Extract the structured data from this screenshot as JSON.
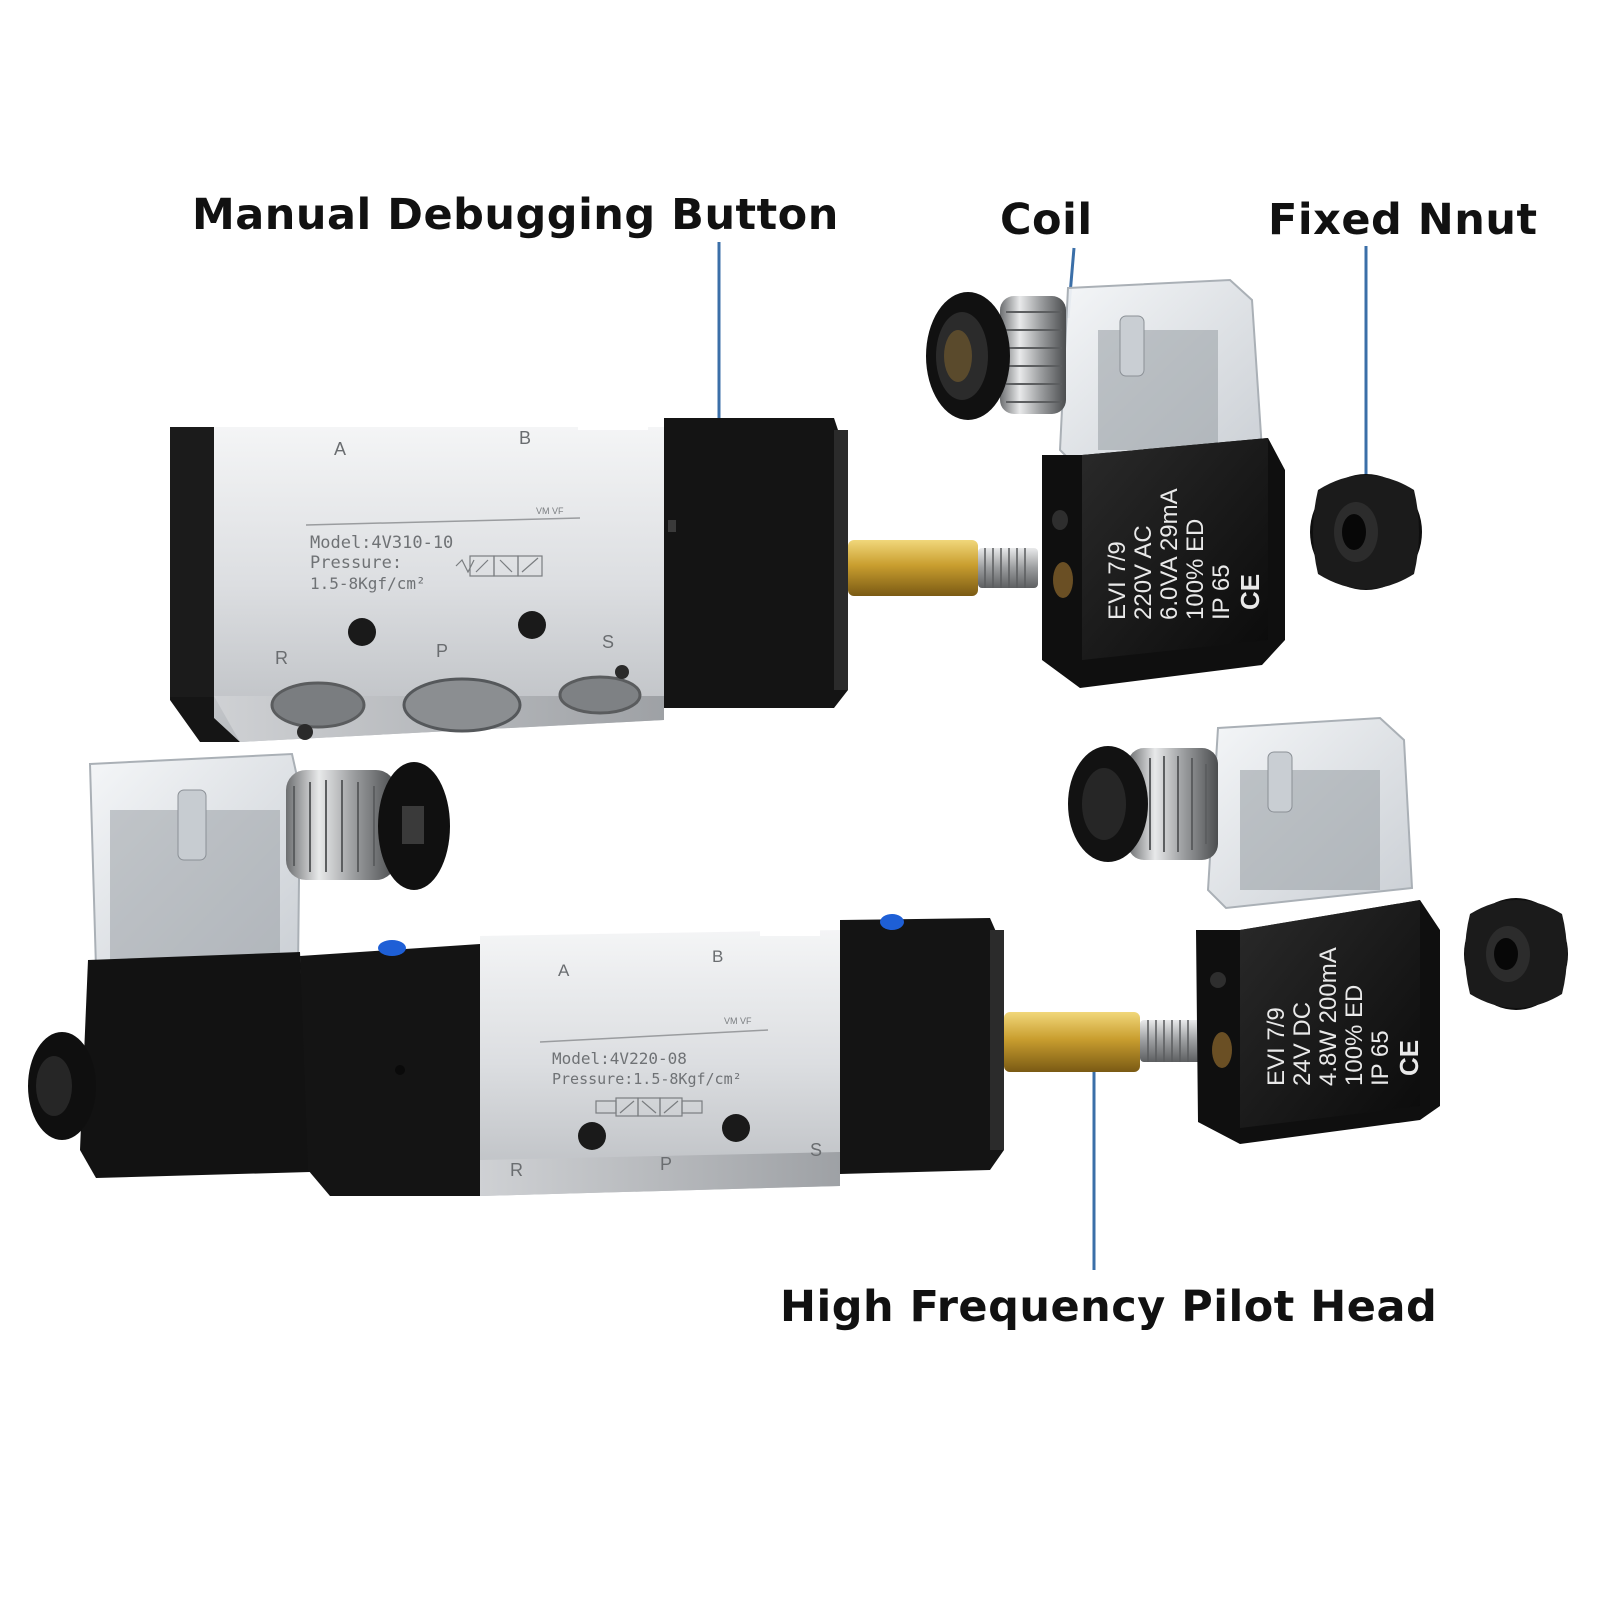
{
  "callouts": {
    "manual_button": "Manual Debugging Button",
    "coil": "Coil",
    "fixed_nut": "Fixed Nnut",
    "pilot_head": "High Frequency Pilot Head"
  },
  "valve_top": {
    "port_a": "A",
    "port_b": "B",
    "brand": "VM VF",
    "model": "Model:4V310-10",
    "pressure": "Pressure:",
    "pressure_range": "1.5-8Kgf/cm²",
    "port_r": "R",
    "port_p": "P",
    "port_s": "S"
  },
  "coil_top": {
    "line1": "EVI   7/9",
    "line2": "220V   AC",
    "line3": "6.0VA  29mA",
    "line4": "100%    ED",
    "line5": "IP 65",
    "ce": "CE"
  },
  "valve_bottom": {
    "port_a": "A",
    "port_b": "B",
    "brand": "VM VF",
    "model": "Model:4V220-08",
    "pressure": "Pressure:1.5-8Kgf/cm²",
    "port_r": "R",
    "port_p": "P",
    "port_s": "S"
  },
  "coil_bottom": {
    "line1": "EVI   7/9",
    "line2": "24V    DC",
    "line3": "4.8W 200mA",
    "line4": "100%    ED",
    "line5": "IP 65",
    "ce": "CE"
  },
  "colors": {
    "label_text": "#111111",
    "leader_line": "#3b6fa8",
    "aluminum": "#dfe1e4",
    "black_body": "#141414",
    "brass": "#c9a23a",
    "blue_button": "#1e5fd6"
  }
}
